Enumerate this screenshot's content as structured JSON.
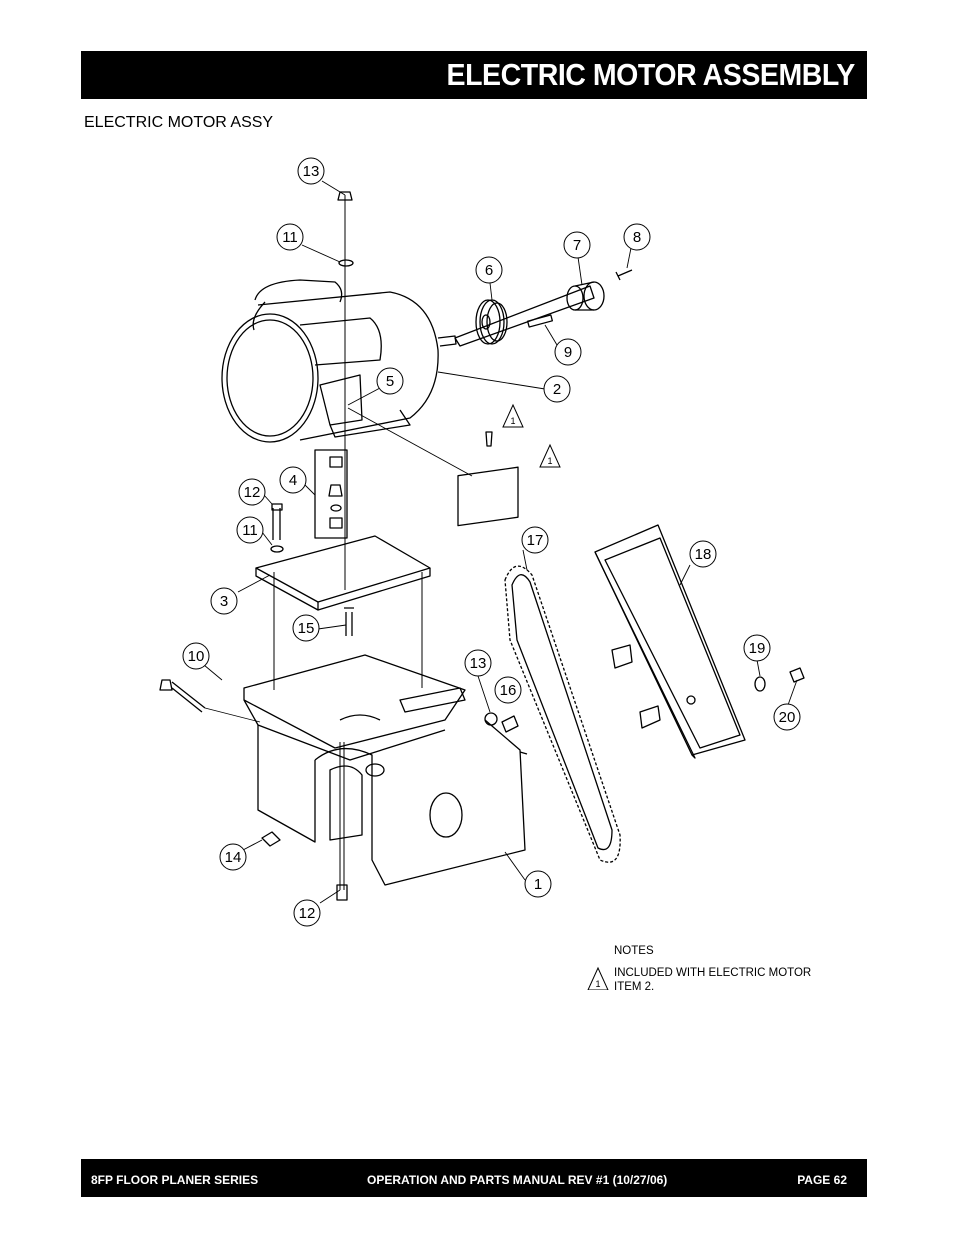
{
  "header": {
    "title": "ELECTRIC MOTOR ASSEMBLY"
  },
  "subtitle": "ELECTRIC MOTOR ASSY",
  "callouts": [
    "13",
    "11",
    "7",
    "8",
    "6",
    "9",
    "5",
    "2",
    "4",
    "12",
    "11",
    "3",
    "15",
    "10",
    "13",
    "16",
    "17",
    "18",
    "19",
    "20",
    "14",
    "1",
    "12"
  ],
  "notes": {
    "heading": "NOTES",
    "flag": "1",
    "line1": "INCLUDED WITH ELECTRIC MOTOR",
    "line2": "ITEM 2."
  },
  "footer": {
    "left": "8FP FLOOR PLANER SERIES",
    "center": "OPERATION AND PARTS MANUAL REV #1 (10/27/06)",
    "right": "PAGE 62"
  }
}
